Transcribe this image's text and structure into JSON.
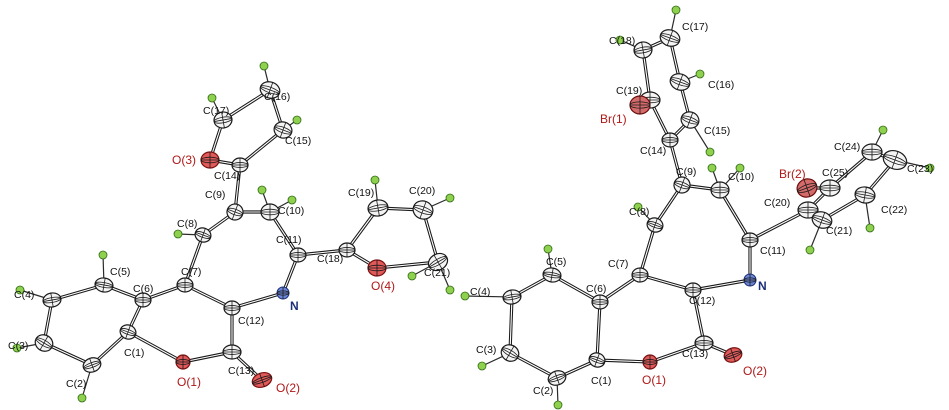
{
  "molecules": [
    {
      "atoms": [
        {
          "label": "C(1)",
          "type": "C"
        },
        {
          "label": "C(2)",
          "type": "C"
        },
        {
          "label": "C(3)",
          "type": "C"
        },
        {
          "label": "C(4)",
          "type": "C"
        },
        {
          "label": "C(5)",
          "type": "C"
        },
        {
          "label": "C(6)",
          "type": "C"
        },
        {
          "label": "C(7)",
          "type": "C"
        },
        {
          "label": "C(8)",
          "type": "C"
        },
        {
          "label": "C(9)",
          "type": "C"
        },
        {
          "label": "C(10)",
          "type": "C"
        },
        {
          "label": "C(11)",
          "type": "C"
        },
        {
          "label": "C(12)",
          "type": "C"
        },
        {
          "label": "C(13)",
          "type": "C"
        },
        {
          "label": "C(14)",
          "type": "C"
        },
        {
          "label": "C(15)",
          "type": "C"
        },
        {
          "label": "C(16)",
          "type": "C"
        },
        {
          "label": "C(17)",
          "type": "C"
        },
        {
          "label": "C(18)",
          "type": "C"
        },
        {
          "label": "C(19)",
          "type": "C"
        },
        {
          "label": "C(20)",
          "type": "C"
        },
        {
          "label": "C(21)",
          "type": "C"
        },
        {
          "label": "O(1)",
          "type": "O"
        },
        {
          "label": "O(2)",
          "type": "O"
        },
        {
          "label": "O(3)",
          "type": "O"
        },
        {
          "label": "O(4)",
          "type": "O"
        },
        {
          "label": "N",
          "type": "N"
        }
      ]
    },
    {
      "atoms": [
        {
          "label": "C(1)",
          "type": "C"
        },
        {
          "label": "C(2)",
          "type": "C"
        },
        {
          "label": "C(3)",
          "type": "C"
        },
        {
          "label": "C(4)",
          "type": "C"
        },
        {
          "label": "C(5)",
          "type": "C"
        },
        {
          "label": "C(6)",
          "type": "C"
        },
        {
          "label": "C(7)",
          "type": "C"
        },
        {
          "label": "C(8)",
          "type": "C"
        },
        {
          "label": "C(9)",
          "type": "C"
        },
        {
          "label": "C(10)",
          "type": "C"
        },
        {
          "label": "C(11)",
          "type": "C"
        },
        {
          "label": "C(12)",
          "type": "C"
        },
        {
          "label": "C(13)",
          "type": "C"
        },
        {
          "label": "C(14)",
          "type": "C"
        },
        {
          "label": "C(15)",
          "type": "C"
        },
        {
          "label": "C(16)",
          "type": "C"
        },
        {
          "label": "C(17)",
          "type": "C"
        },
        {
          "label": "C(18)",
          "type": "C"
        },
        {
          "label": "C(19)",
          "type": "C"
        },
        {
          "label": "C(20)",
          "type": "C"
        },
        {
          "label": "C(21)",
          "type": "C"
        },
        {
          "label": "C(22)",
          "type": "C"
        },
        {
          "label": "C(23)",
          "type": "C"
        },
        {
          "label": "C(24)",
          "type": "C"
        },
        {
          "label": "C(25)",
          "type": "C"
        },
        {
          "label": "O(1)",
          "type": "O"
        },
        {
          "label": "O(2)",
          "type": "O"
        },
        {
          "label": "Br(1)",
          "type": "Br"
        },
        {
          "label": "Br(2)",
          "type": "Br"
        },
        {
          "label": "N",
          "type": "N"
        }
      ]
    }
  ]
}
